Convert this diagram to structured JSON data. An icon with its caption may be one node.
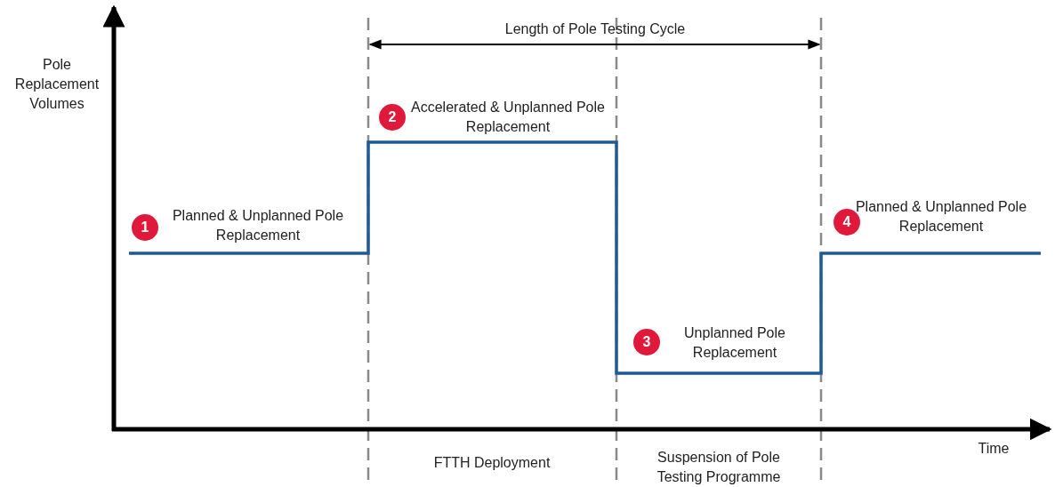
{
  "diagram": {
    "nodes": [
      {
        "text": [
          "1"
        ],
        "beside": [
          "Planned & Unplanned Pole Replacement"
        ]
      },
      {
        "text": [
          "2"
        ],
        "beside": [
          "Accelerated & Unplanned Pole Replacement"
        ]
      },
      {
        "text": [
          "3"
        ],
        "beside": [
          "Unplanned Pole Replacement"
        ]
      },
      {
        "text": [
          "4"
        ],
        "beside": [
          "Planned & Unplanned Pole Replacement"
        ]
      }
    ],
    "labels": [
      "Pole Replacement Volumes",
      "Length of Pole Testing Cycle",
      "Time",
      "FTTH Deployment",
      "Suspension of Pole Testing Programme"
    ]
  }
}
